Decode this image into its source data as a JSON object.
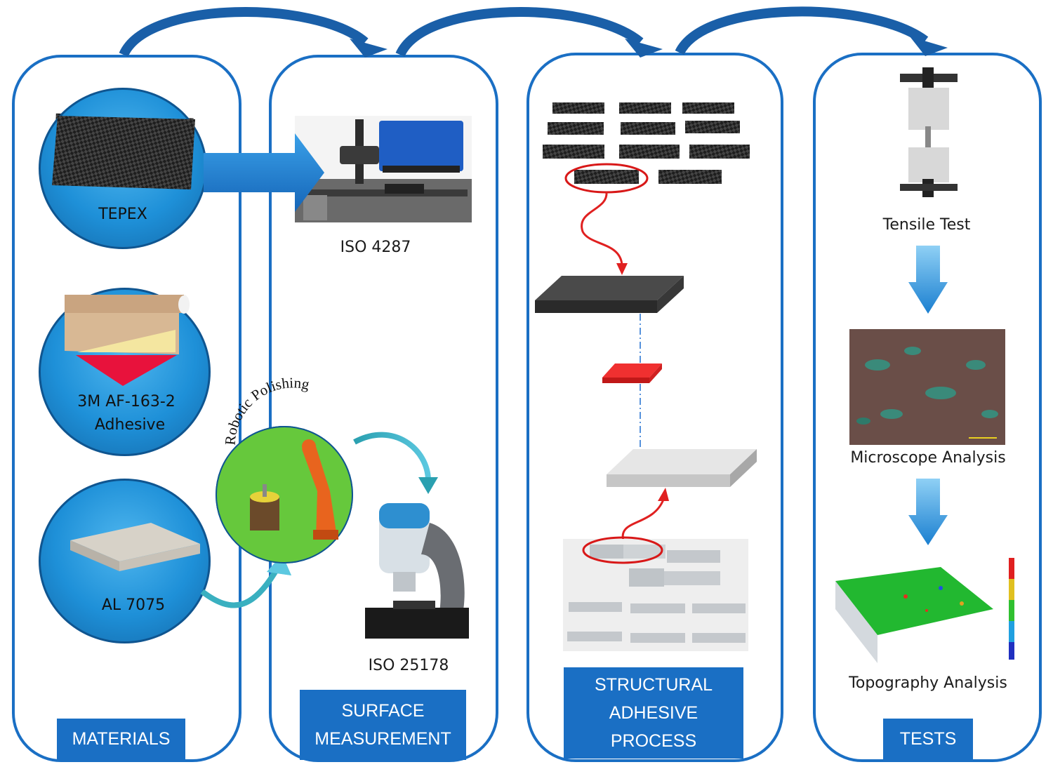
{
  "panels": {
    "materials": {
      "title": "MATERIALS",
      "items": [
        "TEPEX",
        "3M AF-163-2",
        "Adhesive",
        "AL 7075"
      ]
    },
    "surface": {
      "title_line1": "SURFACE",
      "title_line2": "MEASUREMENT",
      "captions": [
        "ISO 4287",
        "ISO 25178"
      ],
      "robotic_label": "Robotic  Polishing"
    },
    "process": {
      "title_line1": "STRUCTURAL",
      "title_line2": "ADHESIVE",
      "title_line3": "PROCESS"
    },
    "tests": {
      "title": "TESTS",
      "captions": [
        "Tensile Test",
        "Microscope Analysis",
        "Topography Analysis"
      ]
    }
  },
  "colors": {
    "panel_border": "#1a6fc4",
    "label_bg": "#1a6fc4",
    "flow_arrow": "#1a5fa8",
    "circle_blue": "#1e90d8",
    "green_circle": "#6fcf3f",
    "red_marker": "#e02020"
  },
  "icons": [
    "curved-flow-arrow",
    "block-arrow-right",
    "block-arrow-down",
    "red-arrow"
  ]
}
